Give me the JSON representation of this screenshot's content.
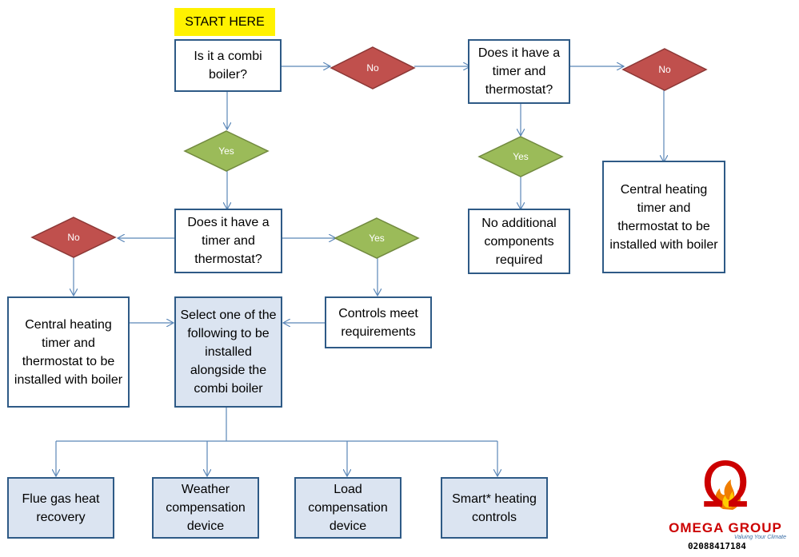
{
  "start_label": "START HERE",
  "nodes": {
    "combi_question": "Is it a combi boiler?",
    "timer_question_right": "Does it have a timer and thermostat?",
    "central_right": "Central heating timer and thermostat to be installed with boiler",
    "no_components": "No additional components required",
    "timer_question_center": "Does it have a timer and thermostat?",
    "central_left": "Central heating timer and thermostat to be installed with boiler",
    "select_one": "Select one of the following to be installed alongside the combi boiler",
    "controls_meet": "Controls meet requirements",
    "flue_gas": "Flue gas heat recovery",
    "weather": "Weather compensation device",
    "load": "Load compensation device",
    "smart": "Smart* heating controls"
  },
  "decisions": {
    "no_label": "No",
    "yes_label": "Yes"
  },
  "logo": {
    "symbol": "Ω",
    "name": "OMEGA GROUP",
    "tagline": "Valuing Your Climate",
    "phone": "02088417184"
  },
  "colors": {
    "box_border": "#2e5a86",
    "shaded_fill": "#dbe4f1",
    "connector": "#5b87b8",
    "no_fill": "#c0504d",
    "no_border": "#8c3836",
    "yes_fill": "#9bbb59",
    "yes_border": "#71893f",
    "start_fill": "#fff200",
    "logo_red": "#cc0000"
  }
}
